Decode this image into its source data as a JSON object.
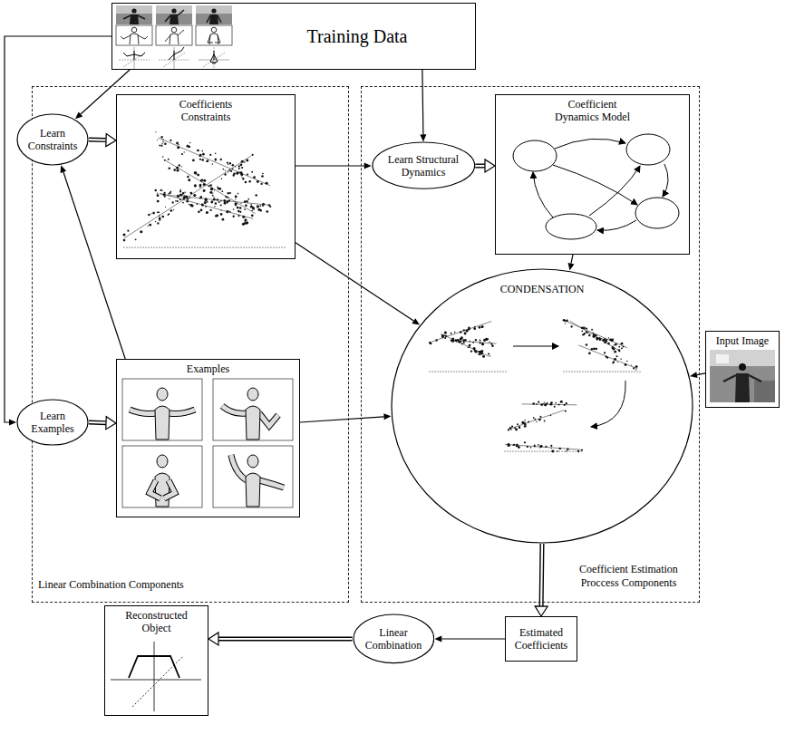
{
  "diagram": {
    "nodes": [
      {
        "text": [
          "Training Data"
        ]
      },
      {
        "text": [
          "Linear Combination Components"
        ]
      },
      {
        "text": [
          "Coefficient Estimation Proccess Components"
        ]
      },
      {
        "text": [
          "Learn Constraints"
        ]
      },
      {
        "text": [
          "Coefficients Constraints"
        ],
        "in": 1
      },
      {
        "text": [
          "Learn Structural Dynamics"
        ],
        "in": 2
      },
      {
        "text": [
          "Coefficient Dynamics Model"
        ],
        "in": 2
      },
      {
        "text": [
          "Examples"
        ],
        "in": 1
      },
      {
        "text": [
          "Learn Examples"
        ]
      },
      {
        "text": [
          "CONDENSATION"
        ],
        "in": 2
      },
      {
        "text": [
          "Input Image"
        ]
      },
      {
        "text": [
          "Estimated Coefficients"
        ]
      },
      {
        "text": [
          "Linear Combination"
        ]
      },
      {
        "text": [
          "Reconstructed Object"
        ]
      }
    ],
    "edges": [
      {
        "from": 0,
        "to": 3,
        "arrow": "to"
      },
      {
        "from": 0,
        "to": 8,
        "arrow": "to"
      },
      {
        "from": 0,
        "to": 5,
        "arrow": "to"
      },
      {
        "from": 3,
        "to": 4,
        "arrow": "to"
      },
      {
        "from": 8,
        "to": 7,
        "arrow": "to"
      },
      {
        "from": 7,
        "to": 3,
        "arrow": "to"
      },
      {
        "from": 4,
        "to": 5,
        "arrow": "to"
      },
      {
        "from": 5,
        "to": 6,
        "arrow": "to"
      },
      {
        "from": 4,
        "to": 9,
        "arrow": "to"
      },
      {
        "from": 6,
        "to": 9,
        "arrow": "to"
      },
      {
        "from": 7,
        "to": 9,
        "arrow": "to"
      },
      {
        "from": 10,
        "to": 9,
        "arrow": "to"
      },
      {
        "from": 9,
        "to": 11,
        "arrow": "to"
      },
      {
        "from": 11,
        "to": 12,
        "arrow": "to"
      },
      {
        "from": 12,
        "to": 13,
        "arrow": "to"
      }
    ]
  }
}
